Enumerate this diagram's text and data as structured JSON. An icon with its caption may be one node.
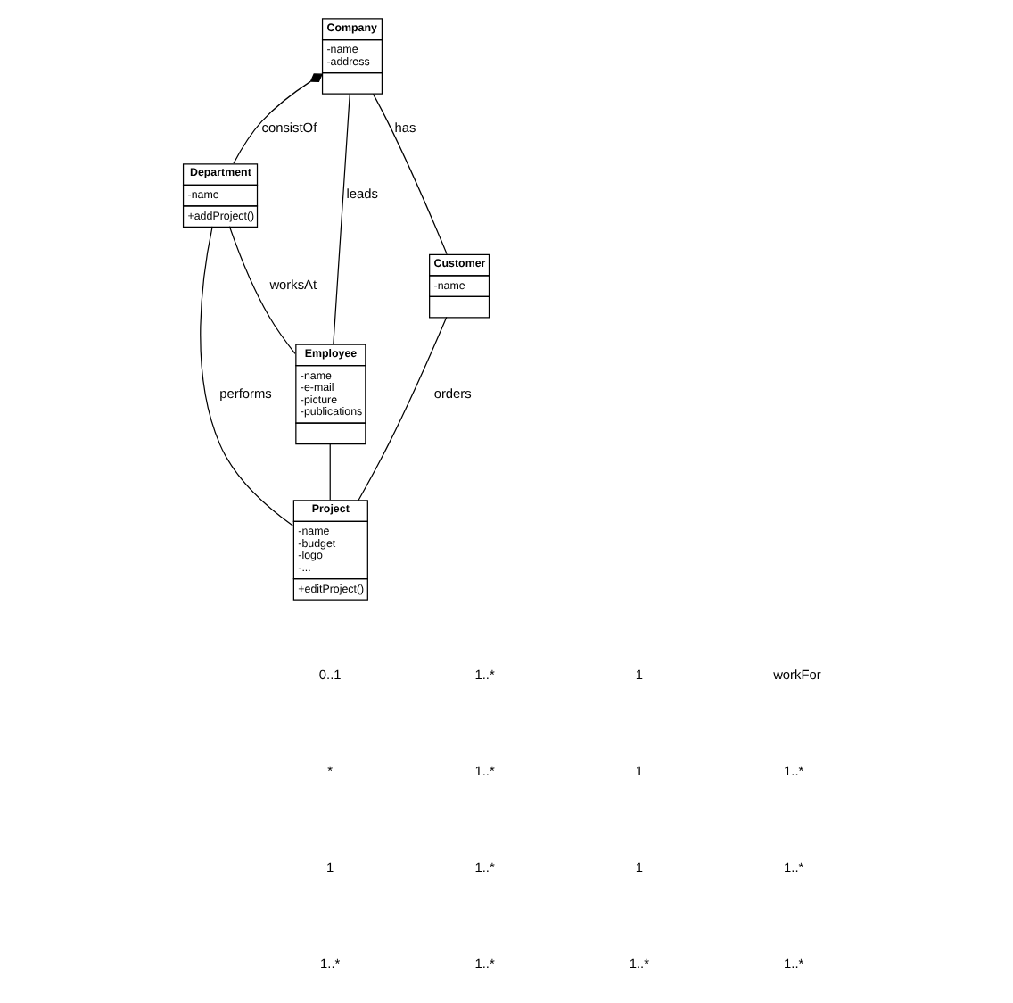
{
  "diagram": {
    "nodes": [
      {
        "text": [
          "Company",
          "-name -address"
        ]
      },
      {
        "text": [
          "Department",
          "-name",
          "+addProject()"
        ]
      },
      {
        "text": [
          "Employee",
          "-name -e-mail -picture -publications"
        ]
      },
      {
        "text": [
          "Customer",
          "-name"
        ]
      },
      {
        "text": [
          "Project",
          "-name -budget -logo -...",
          "+editProject()"
        ]
      }
    ],
    "edges": [
      {
        "from": 0,
        "to": 2,
        "arrow": "none",
        "label": "leads"
      },
      {
        "from": 0,
        "to": 3,
        "arrow": "none",
        "label": "has"
      },
      {
        "from": 0,
        "to": 1,
        "arrow": "other",
        "label": "consistOf"
      },
      {
        "from": 1,
        "to": 2,
        "arrow": "none",
        "label": "worksAt"
      },
      {
        "from": 1,
        "to": 4,
        "arrow": "none",
        "label": "performs"
      },
      {
        "from": 2,
        "to": 4,
        "arrow": "none"
      },
      {
        "from": 3,
        "to": 4,
        "arrow": "none",
        "label": "orders"
      }
    ],
    "labels": [
      "0..1",
      "1..*",
      "1",
      "workFor",
      "*",
      "1..*",
      "1",
      "1..*",
      "1",
      "1..*",
      "1",
      "1..*",
      "1..*",
      "1..*",
      "1..*",
      "1..*"
    ]
  }
}
